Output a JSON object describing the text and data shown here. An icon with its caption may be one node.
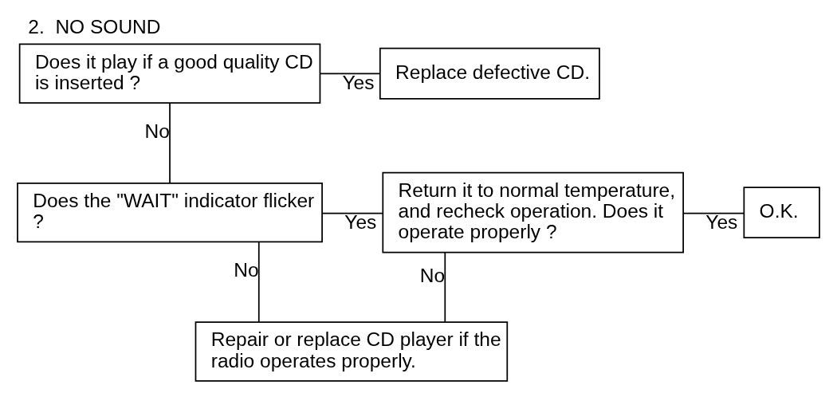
{
  "diagram": {
    "title": "2.  NO SOUND",
    "nodes": [
      {
        "text": [
          "Does it play if a good quality CD is inserted ?"
        ]
      },
      {
        "text": [
          "Replace defective CD."
        ]
      },
      {
        "text": [
          "Does the \"WAIT\" indicator flicker ?"
        ]
      },
      {
        "text": [
          "Return it to normal temperature, and recheck operation. Does it operate properly ?"
        ]
      },
      {
        "text": [
          "O.K."
        ]
      },
      {
        "text": [
          "Repair or replace CD player if the radio operates properly."
        ]
      }
    ],
    "edges": [
      {
        "from": 0,
        "to": 1,
        "arrow": "none",
        "label": "Yes"
      },
      {
        "from": 0,
        "to": 2,
        "arrow": "none",
        "label": "No"
      },
      {
        "from": 2,
        "to": 3,
        "arrow": "none",
        "label": "Yes"
      },
      {
        "from": 3,
        "to": 4,
        "arrow": "none",
        "label": "Yes"
      },
      {
        "from": 2,
        "to": 5,
        "arrow": "none",
        "label": "No"
      },
      {
        "from": 3,
        "to": 5,
        "arrow": "none",
        "label": "No"
      }
    ]
  }
}
